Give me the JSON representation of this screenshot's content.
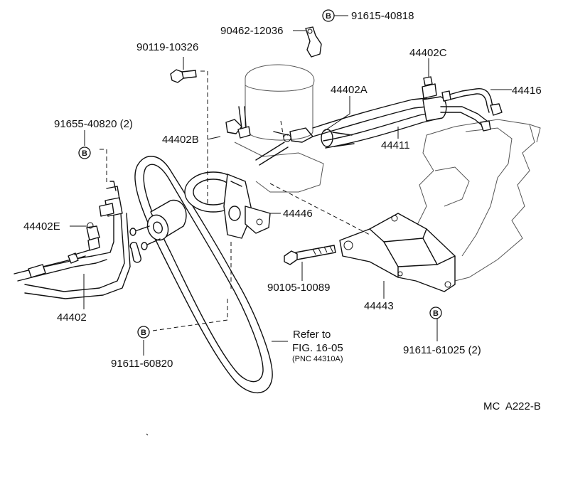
{
  "labels": {
    "p_91615_40818": "91615-40818",
    "p_90462_12036": "90462-12036",
    "p_90119_10326": "90119-10326",
    "p_44402C": "44402C",
    "p_44402A": "44402A",
    "p_44416": "44416",
    "p_91655_40820": "91655-40820 (2)",
    "p_44402B": "44402B",
    "p_44411": "44411",
    "p_44446": "44446",
    "p_44402E": "44402E",
    "p_90105_10089": "90105-10089",
    "p_44402": "44402",
    "p_44443": "44443",
    "p_91611_61025": "91611-61025 (2)",
    "p_91611_60820": "91611-60820",
    "refer_line1": "Refer to",
    "refer_line2": "FIG. 16-05",
    "refer_line3": "(PNC 44310A)",
    "catalog_code": "MC  A222-B"
  },
  "badge_letter": "B"
}
